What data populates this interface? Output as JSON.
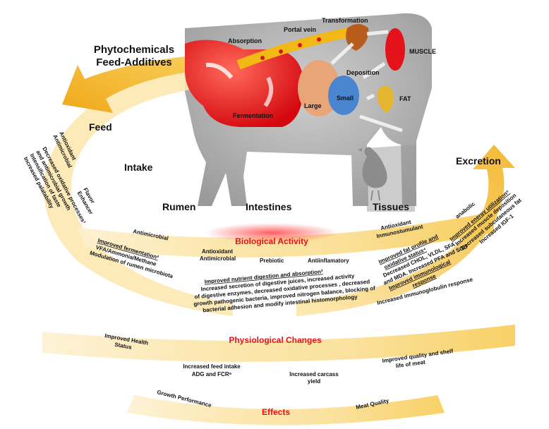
{
  "title": {
    "line1": "Phytochemicals",
    "line2": "Feed-Additives"
  },
  "process_stages": {
    "feed": "Feed",
    "intake": "Intake",
    "rumen": "Rumen",
    "intestines": "Intestines",
    "tissues": "Tissues",
    "excretion": "Excretion"
  },
  "organ_labels": {
    "absorption": "Absorption",
    "portal_vein": "Portal vein",
    "transformation": "Transformation",
    "muscle": "MUSCLE",
    "deposition": "Deposition",
    "fat": "FAT",
    "fermentation": "Fermentation",
    "large": "Large",
    "small": "Small"
  },
  "band_titles": {
    "biological_activity": "Biological Activity",
    "physiological_changes": "Physiological Changes",
    "effects": "Effects"
  },
  "feed_effects": {
    "activities": [
      "Antioxidant",
      "Antimicrobial"
    ],
    "flavor": [
      "Flavor",
      "Enhancer"
    ],
    "outcomes": [
      "Decreased oxidative processes¹",
      "and antimicrobial growth",
      "Intensification of taste",
      "Increased palatability"
    ]
  },
  "rumen_effects": {
    "activity": "Antimicrobial",
    "heading": "Improved fermentation²",
    "lines": [
      "VFA/Ammonia/Methane",
      "Modulation of rumen microbiota"
    ]
  },
  "intestine_effects": {
    "activities": [
      "Antioxidant",
      "Antimicrobial"
    ],
    "prebiotic": "Prebiotic",
    "antiinflammatory": "Antiinflamatory",
    "heading": "Improved  nutrient digestion and absorption³",
    "lines": [
      "Increased secretion of digestive juices, increased activity",
      "of digestive enzymes, decreased oxidative processes , decreased",
      "growth pathogenic bacteria, improved nitrogen balance, blocking of",
      "bacterial adhesion and modify intestinal histomorphology"
    ]
  },
  "tissue_effects": {
    "activities": [
      "Antioxidant",
      "Inmunostumulant"
    ],
    "heading": "Improved fat profile and",
    "heading2": "oxidative status⁴",
    "lines": [
      "Decreased CHOL, VLDL, SFA",
      "and MDA. Increased PFA and SOD"
    ],
    "immuno_heading": "Improved immunological",
    "immuno_heading2": "response",
    "immuno_line": "Increased immunoglobulin response"
  },
  "excretion_effects": {
    "anabolic": "anabolic",
    "heading": "Improved energy utilization⁵",
    "lines": [
      "Increased muscle deposition",
      "Decreased subcutaneous fat",
      "Increased IGF-1"
    ]
  },
  "physiological": {
    "health": [
      "Improved Health",
      "Status"
    ],
    "feed_intake": [
      "Increased feed intake",
      "ADG and FCR⁶"
    ],
    "carcass": [
      "Increased  carcass",
      "yield"
    ],
    "meat": [
      "Improved quality and shelf",
      "life of meat"
    ]
  },
  "effects": {
    "growth": "Growth Performance",
    "meat_quality": "Meat Quality"
  }
}
